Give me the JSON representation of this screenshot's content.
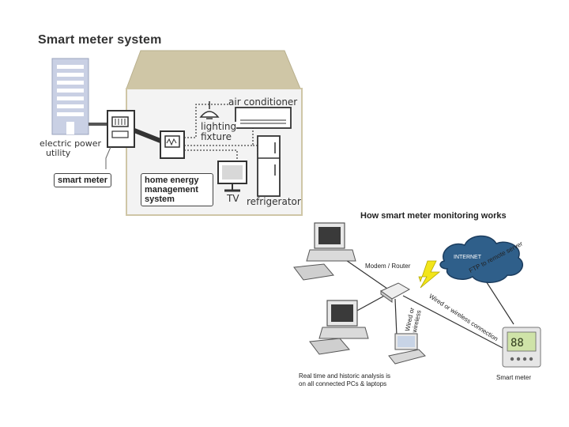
{
  "diagram1": {
    "title": "Smart meter system",
    "labels": {
      "utility_line1": "electric power",
      "utility_line2": "utility",
      "smart_meter": "smart meter",
      "hems_line1": "home energy",
      "hems_line2": "management",
      "hems_line3": "system",
      "air_conditioner": "air conditioner",
      "lighting_line1": "lighting",
      "lighting_line2": "fixture",
      "tv": "TV",
      "refrigerator": "refrigerator"
    }
  },
  "diagram2": {
    "title": "How smart meter monitoring works",
    "labels": {
      "internet": "INTERNET",
      "modem_router": "Modem / Router",
      "ftp": "FTP to remote server",
      "wired_wireless_1": "Wired or",
      "wired_wireless_2": "wireless",
      "wired_wireless_connection": "Wired or wireless connection",
      "analysis_line1": "Real time and historic analysis is",
      "analysis_line2": "on all connected PCs & laptops",
      "smart_meter": "Smart meter"
    }
  },
  "colors": {
    "roof": "#cfc6a6",
    "house": "#f3f3f3",
    "building": "#c9d0e4",
    "cloud": "#2f5f8a",
    "lightning": "#f2e51a"
  }
}
